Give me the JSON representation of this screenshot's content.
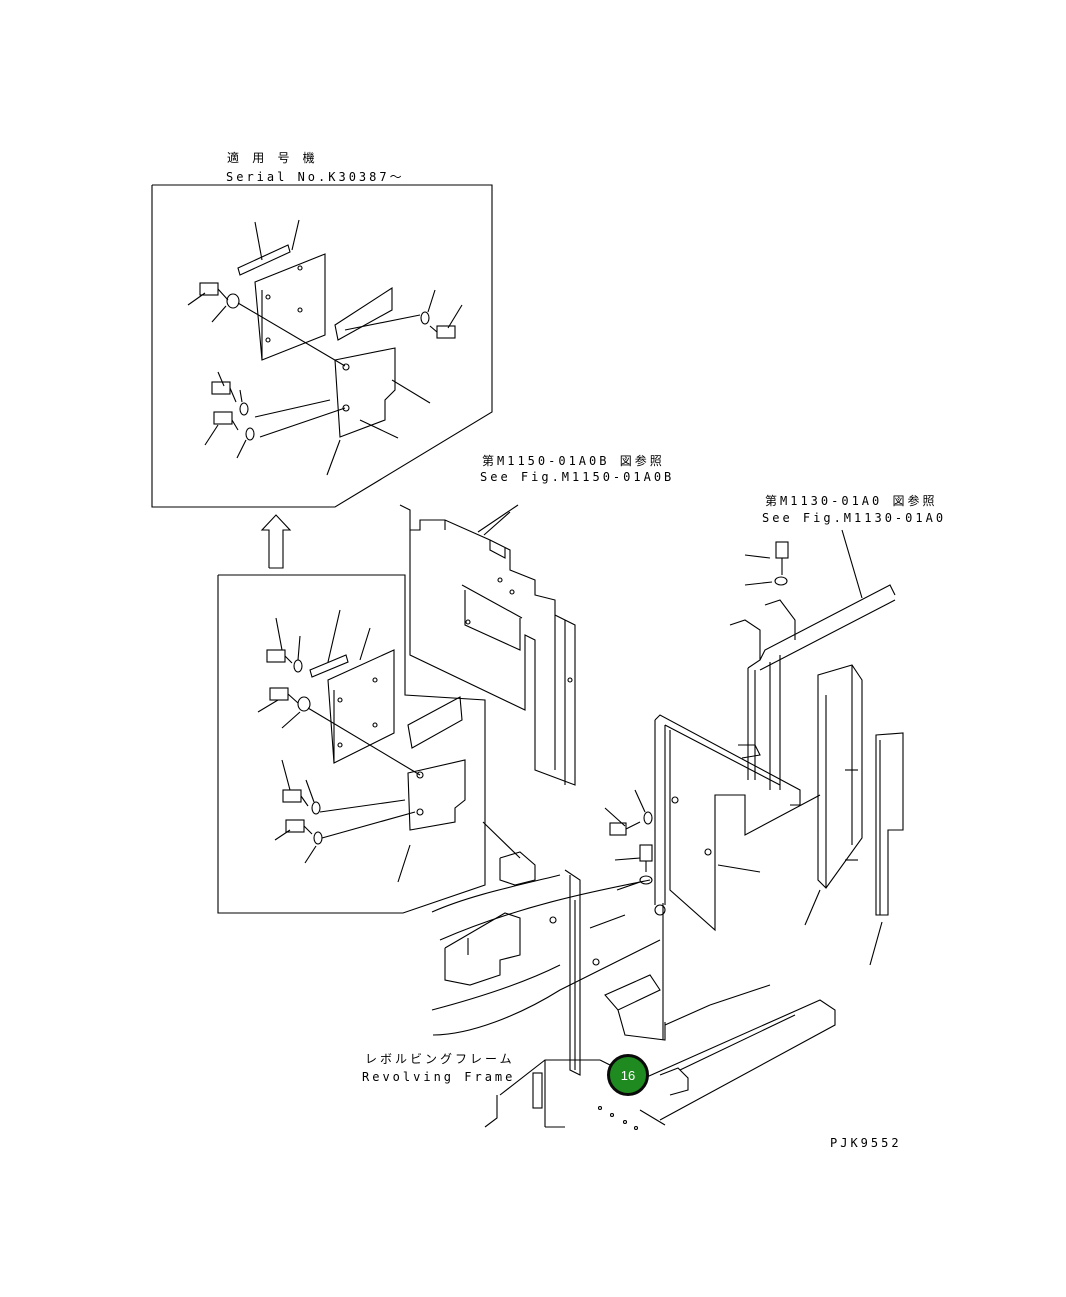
{
  "labels": {
    "applicable_jp": "適 用 号 機",
    "applicable_serial": "Serial No.K30387～",
    "ref1_jp": "第M1150-01A0B 図参照",
    "ref1_en": "See Fig.M1150-01A0B",
    "ref2_jp": "第M1130-01A0 図参照",
    "ref2_en": "See Fig.M1130-01A0",
    "frame_jp": "レボルビングフレーム",
    "frame_en": "Revolving Frame",
    "drawing_no": "PJK9552"
  },
  "callout": {
    "number": "16",
    "color": "#1f8a1f"
  }
}
